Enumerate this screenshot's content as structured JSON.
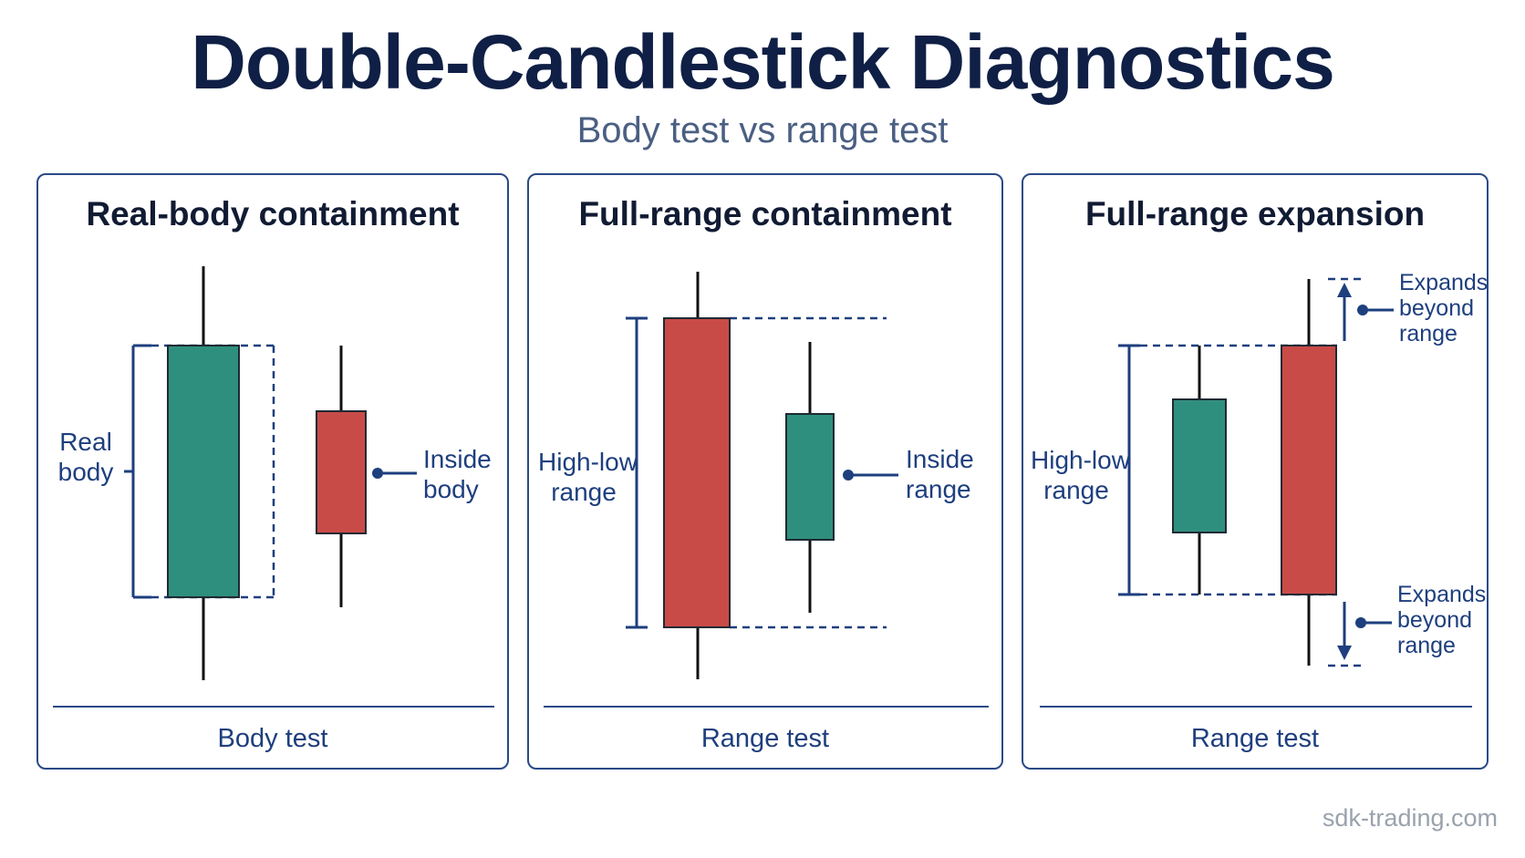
{
  "header": {
    "title": "Double-Candlestick Diagnostics",
    "subtitle": "Body test vs range test"
  },
  "colors": {
    "bullish": "#2f8f7e",
    "bearish": "#c94b47",
    "accent": "#1e3f7e",
    "title": "#0f1f45"
  },
  "panels": [
    {
      "title": "Real-body containment",
      "left_label": [
        "Real",
        "body"
      ],
      "right_label": [
        "Inside",
        "body"
      ],
      "footer": "Body test"
    },
    {
      "title": "Full-range containment",
      "left_label": [
        "High-low",
        "range"
      ],
      "right_label": [
        "Inside",
        "range"
      ],
      "footer": "Range test"
    },
    {
      "title": "Full-range expansion",
      "left_label": [
        "High-low",
        "range"
      ],
      "top_label": [
        "Expands",
        "beyond",
        "range"
      ],
      "bottom_label": [
        "Expands",
        "beyond",
        "range"
      ],
      "footer": "Range test"
    }
  ],
  "watermark": "sdk-trading.com"
}
